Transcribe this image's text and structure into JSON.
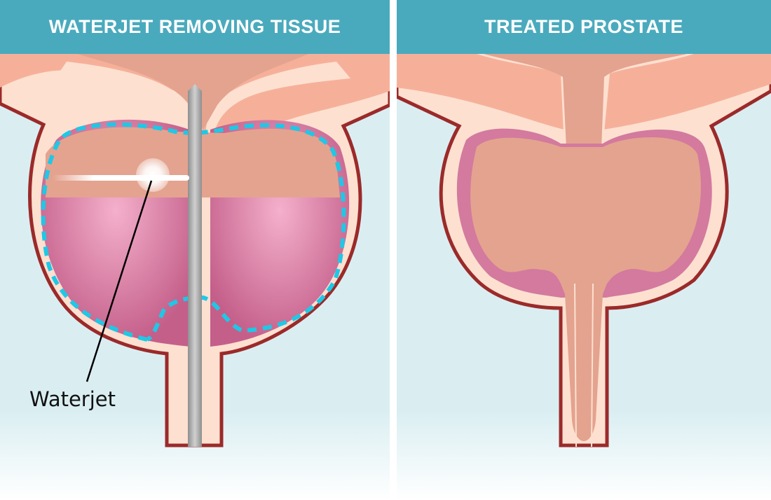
{
  "panels": [
    {
      "title": "WATERJET REMOVING TISSUE"
    },
    {
      "title": "TREATED PROSTATE"
    }
  ],
  "labels": {
    "waterjet": "Waterjet"
  },
  "colors": {
    "header": "#4aaabd",
    "outline": "#9b2a2a",
    "capsule": "#fde0d0",
    "tissue": "#e4a38f",
    "lobe": "#d37a9e",
    "resection_line": "#1ec8e6",
    "background": "#daeef2"
  }
}
